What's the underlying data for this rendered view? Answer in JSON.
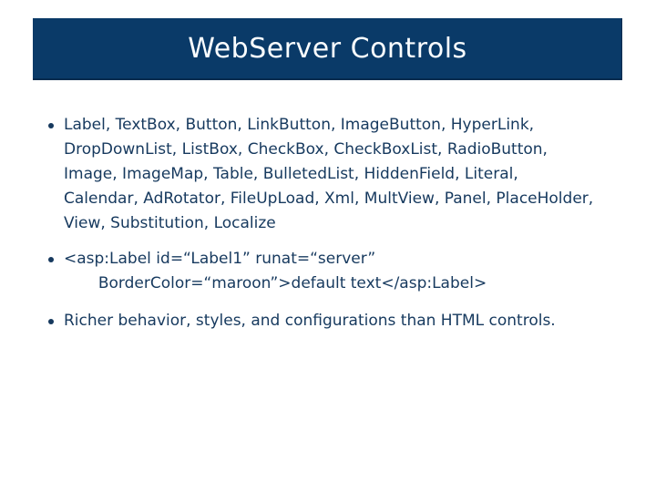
{
  "slide": {
    "title": "WebServer Controls",
    "bullets": [
      {
        "text": "Label, TextBox, Button, LinkButton, ImageButton, HyperLink,\nDropDownList, ListBox, CheckBox, CheckBoxList, RadioButton,\nImage, ImageMap, Table, BulletedList, HiddenField, Literal,\nCalendar, AdRotator, FileUpLoad, Xml, MultView, Panel, PlaceHolder,\nView, Substitution, Localize"
      },
      {
        "text": "<asp:Label id=“Label1” runat=“server”\n       BorderColor=“maroon”>default text</asp:Label>"
      },
      {
        "text": "Richer behavior, styles, and configurations than HTML controls."
      }
    ],
    "colors": {
      "header_bg": "#0a3a68",
      "header_text": "#fafdff",
      "body_text": "#16395e",
      "header_edge": "#062b4e"
    }
  }
}
